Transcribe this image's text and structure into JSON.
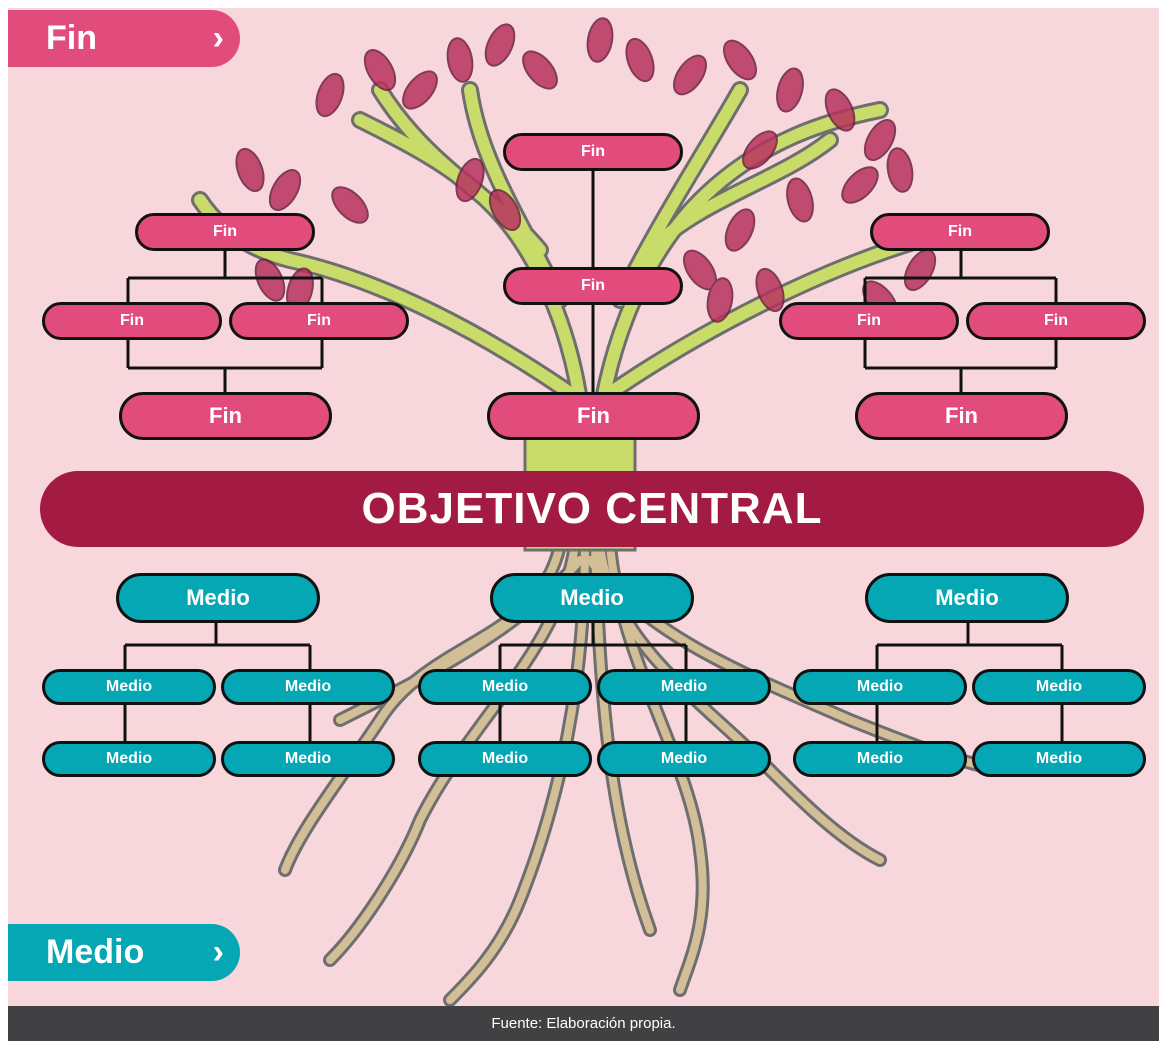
{
  "labels": {
    "fin_tag": "Fin",
    "medio_tag": "Medio",
    "arrow": "›",
    "central": "OBJETIVO CENTRAL",
    "fin": "Fin",
    "medio": "Medio",
    "source": "Fuente: Elaboración propia."
  },
  "colors": {
    "background": "#f7d7dc",
    "fin": "#e24c7c",
    "medio": "#04a7b3",
    "central": "#a31a43",
    "footer": "#414144",
    "trunk": "#c9dc6a",
    "roots": "#d2bf98",
    "leaves": "#b8335e"
  }
}
